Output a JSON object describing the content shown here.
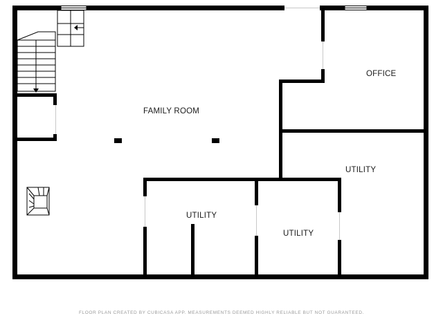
{
  "rooms": {
    "family_room": "FAMILY ROOM",
    "office": "OFFICE",
    "utility_right": "UTILITY",
    "utility_left": "UTILITY",
    "utility_middle": "UTILITY"
  },
  "footer": "FLOOR PLAN CREATED BY CUBICASA APP. MEASUREMENTS DEEMED HIGHLY RELIABLE BUT NOT GUARANTEED.",
  "colors": {
    "wall": "#000000",
    "background": "#ffffff",
    "footer_text": "#9a9a9a"
  }
}
